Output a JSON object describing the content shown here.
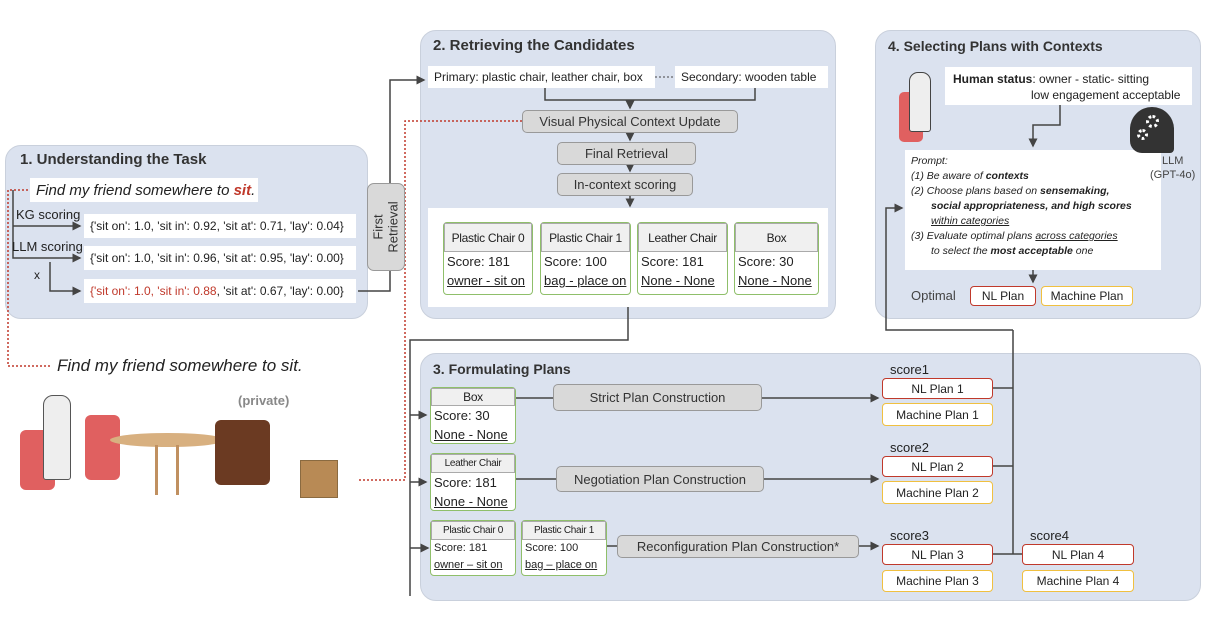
{
  "task": {
    "title": "1. Understanding the Task",
    "query_prefix": "Find my friend somewhere to ",
    "query_keyword": "sit",
    "query_suffix": ".",
    "kg_label": "KG scoring",
    "llm_label": "LLM scoring",
    "multiply_label": "x",
    "kg_scores": "{'sit on': 1.0, 'sit in': 0.92, 'sit at': 0.71, 'lay': 0.04}",
    "llm_scores": "{'sit on': 1.0, 'sit in': 0.96, 'sit at': 0.95, 'lay': 0.00}",
    "combined_highlight": "{'sit on': 1.0, 'sit in': 0.88",
    "combined_rest": ", 'sit at': 0.67, 'lay': 0.00}",
    "first_retrieval": "First Retrieval"
  },
  "scene": {
    "caption": "Find my friend somewhere to sit.",
    "private_label": "(private)"
  },
  "retrieve": {
    "title": "2. Retrieving the Candidates",
    "primary": "Primary: plastic chair, leather chair, box",
    "secondary": "Secondary: wooden table",
    "visual_update": "Visual Physical Context Update",
    "final_retrieval": "Final Retrieval",
    "incontext_scoring": "In-context scoring",
    "candidates": [
      {
        "name": "Plastic Chair 0",
        "score": "Score: 181",
        "relation": "owner - sit on"
      },
      {
        "name": "Plastic Chair 1",
        "score": "Score: 100",
        "relation": "bag - place on"
      },
      {
        "name": "Leather Chair",
        "score": "Score: 181",
        "relation": "None - None"
      },
      {
        "name": "Box",
        "score": "Score: 30",
        "relation": "None - None"
      }
    ]
  },
  "plans": {
    "title": "3. Formulating Plans",
    "box": {
      "name": "Box",
      "score": "Score: 30",
      "relation": "None - None"
    },
    "leather": {
      "name": "Leather Chair",
      "score": "Score: 181",
      "relation": "None - None"
    },
    "pc0": {
      "name": "Plastic Chair 0",
      "score": "Score: 181",
      "relation": "owner – sit on"
    },
    "pc1": {
      "name": "Plastic Chair 1",
      "score": "Score: 100",
      "relation": "bag – place on"
    },
    "strict": "Strict Plan Construction",
    "negotiation": "Negotiation Plan Construction",
    "reconfiguration": "Reconfiguration Plan Construction*",
    "outputs": [
      {
        "score": "score1",
        "nl": "NL Plan 1",
        "machine": "Machine Plan 1"
      },
      {
        "score": "score2",
        "nl": "NL Plan 2",
        "machine": "Machine Plan 2"
      },
      {
        "score": "score3",
        "nl": "NL Plan 3",
        "machine": "Machine Plan 3"
      },
      {
        "score": "score4",
        "nl": "NL Plan 4",
        "machine": "Machine Plan 4"
      }
    ]
  },
  "select": {
    "title": "4. Selecting Plans with Contexts",
    "human_status_label": "Human status",
    "human_status_1": ": owner - static- sitting",
    "human_status_2": "low engagement acceptable",
    "llm_label": "LLM",
    "llm_model": "(GPT-4o)",
    "prompt_title": "Prompt:",
    "p1_num": "(1)",
    "p1_a": "Be aware of ",
    "p1_b": "contexts",
    "p2_num": "(2)",
    "p2_a": "Choose plans based on ",
    "p2_b": "sensemaking,",
    "p2_c": "social appropriateness, and high scores",
    "p2_d": "within categories",
    "p3_num": "(3)",
    "p3_a": "Evaluate optimal plans ",
    "p3_b": "across categories",
    "p3_c": "to select the ",
    "p3_d": "most acceptable",
    "p3_e": " one",
    "optimal_label": "Optimal",
    "nl_plan": "NL Plan",
    "machine_plan": "Machine Plan"
  },
  "colors": {
    "panel": "#dbe2ef",
    "nl_border": "#c0392b",
    "machine_border": "#f0c040",
    "card_border": "#8fbf6a",
    "highlight": "#c0392b"
  }
}
